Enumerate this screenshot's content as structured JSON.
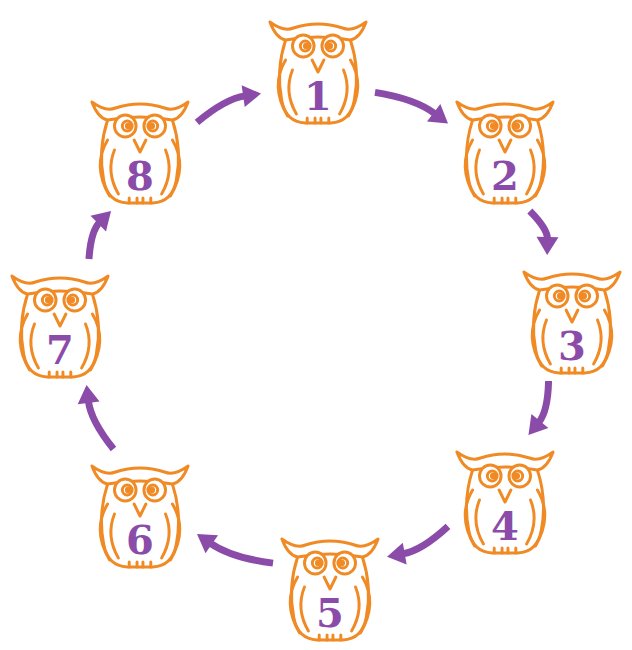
{
  "diagram": {
    "nodes": [
      {
        "text": [
          "1"
        ]
      },
      {
        "text": [
          "2"
        ]
      },
      {
        "text": [
          "3"
        ]
      },
      {
        "text": [
          "4"
        ]
      },
      {
        "text": [
          "5"
        ]
      },
      {
        "text": [
          "6"
        ]
      },
      {
        "text": [
          "7"
        ]
      },
      {
        "text": [
          "8"
        ]
      }
    ],
    "edges": [
      {
        "from": 0,
        "to": 1,
        "arrow": "to"
      },
      {
        "from": 1,
        "to": 2,
        "arrow": "to"
      },
      {
        "from": 2,
        "to": 3,
        "arrow": "to"
      },
      {
        "from": 3,
        "to": 4,
        "arrow": "to"
      },
      {
        "from": 4,
        "to": 5,
        "arrow": "to"
      },
      {
        "from": 5,
        "to": 6,
        "arrow": "to"
      },
      {
        "from": 6,
        "to": 7,
        "arrow": "to"
      },
      {
        "from": 7,
        "to": 0,
        "arrow": "to"
      }
    ]
  }
}
